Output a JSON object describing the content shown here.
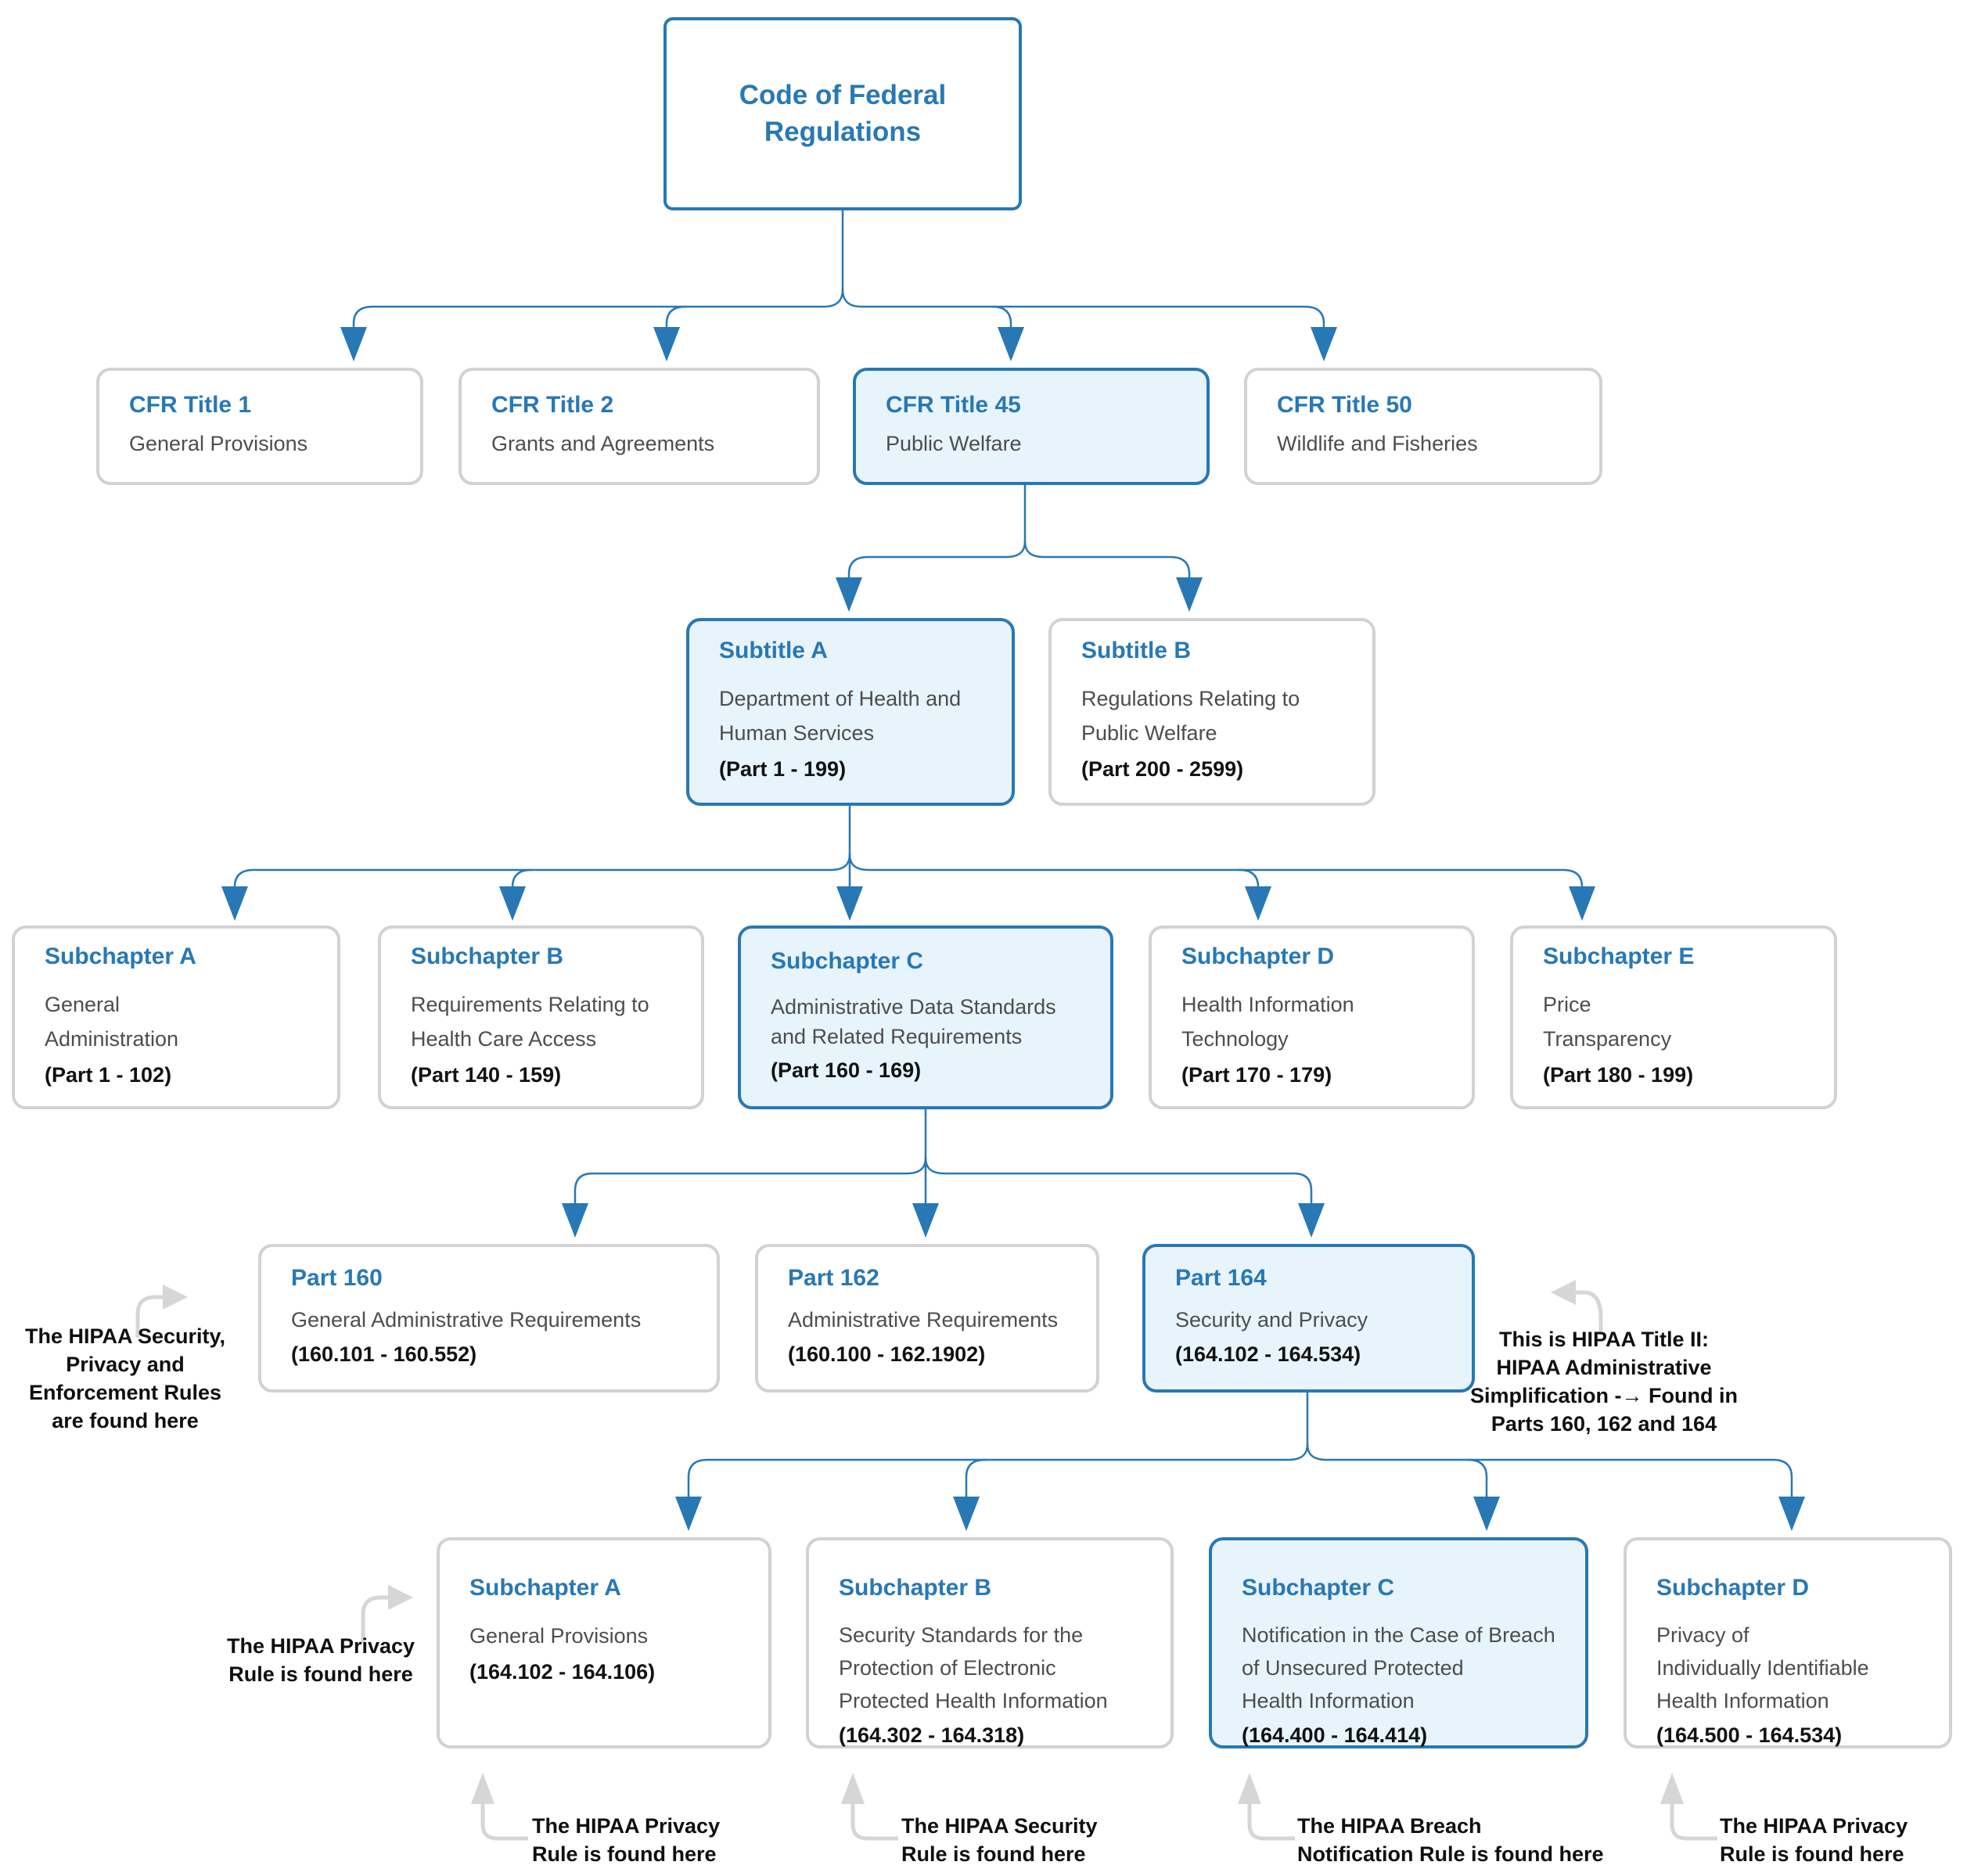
{
  "palette": {
    "accent_blue": "#2878b5",
    "highlight_fill": "#e8f4fc",
    "gray_border": "#d2d2d2",
    "body_text": "#4d4d4d",
    "range_text": "#121212",
    "annotation_arrow_gray": "#d6d6d6"
  },
  "root": {
    "title": "Code of Federal\nRegulations"
  },
  "titles": [
    {
      "title": "CFR Title 1",
      "body": "General Provisions"
    },
    {
      "title": "CFR Title 2",
      "body": "Grants and Agreements"
    },
    {
      "title": "CFR Title 45",
      "body": "Public Welfare"
    },
    {
      "title": "CFR Title 50",
      "body": "Wildlife and Fisheries"
    }
  ],
  "subtitles": [
    {
      "title": "Subtitle A",
      "body": "Department of Health and\nHuman Services",
      "range": "(Part 1 - 199)"
    },
    {
      "title": "Subtitle B",
      "body": "Regulations Relating to\nPublic Welfare",
      "range": "(Part 200 - 2599)"
    }
  ],
  "subchapters_45a": [
    {
      "title": "Subchapter A",
      "body": "General\nAdministration",
      "range": "(Part 1 - 102)"
    },
    {
      "title": "Subchapter B",
      "body": "Requirements Relating to\nHealth Care Access",
      "range": "(Part 140 - 159)"
    },
    {
      "title": "Subchapter C",
      "body": "Administrative Data Standards\nand Related Requirements",
      "range": "(Part 160 - 169)"
    },
    {
      "title": "Subchapter D",
      "body": "Health Information\nTechnology",
      "range": "(Part 170 - 179)"
    },
    {
      "title": "Subchapter E",
      "body": "Price\nTransparency",
      "range": "(Part 180 - 199)"
    }
  ],
  "parts": [
    {
      "title": "Part 160",
      "body": "General Administrative Requirements",
      "range": "(160.101 - 160.552)"
    },
    {
      "title": "Part 162",
      "body": "Administrative Requirements",
      "range": "(160.100 - 162.1902)"
    },
    {
      "title": "Part 164",
      "body": "Security and Privacy",
      "range": "(164.102 - 164.534)"
    }
  ],
  "subchapters_164": [
    {
      "title": "Subchapter A",
      "body": "General Provisions",
      "range": "(164.102 - 164.106)"
    },
    {
      "title": "Subchapter B",
      "body": "Security Standards for the\nProtection of Electronic\nProtected Health Information",
      "range": "(164.302 - 164.318)"
    },
    {
      "title": "Subchapter C",
      "body": "Notification in the Case of Breach\nof Unsecured Protected\nHealth Information",
      "range": "(164.400 - 164.414)"
    },
    {
      "title": "Subchapter D",
      "body": "Privacy of\nIndividually Identifiable\nHealth Information",
      "range": "(164.500 - 164.534)"
    }
  ],
  "annotations": {
    "security_privacy_enforcement": "The HIPAA Security,\nPrivacy and\nEnforcement Rules\nare found here",
    "hipaa_title_ii": "This is HIPAA Title II:\nHIPAA Administrative\nSimplification -→ Found in\nParts 160, 162 and 164",
    "privacy_rule_left": "The HIPAA Privacy\nRule is found here",
    "bottom_privacy_1": "The HIPAA Privacy\nRule is found here",
    "bottom_security": "The HIPAA Security\nRule is found here",
    "bottom_breach": "The HIPAA Breach\nNotification Rule is found here",
    "bottom_privacy_2": "The HIPAA Privacy\nRule is found here"
  }
}
